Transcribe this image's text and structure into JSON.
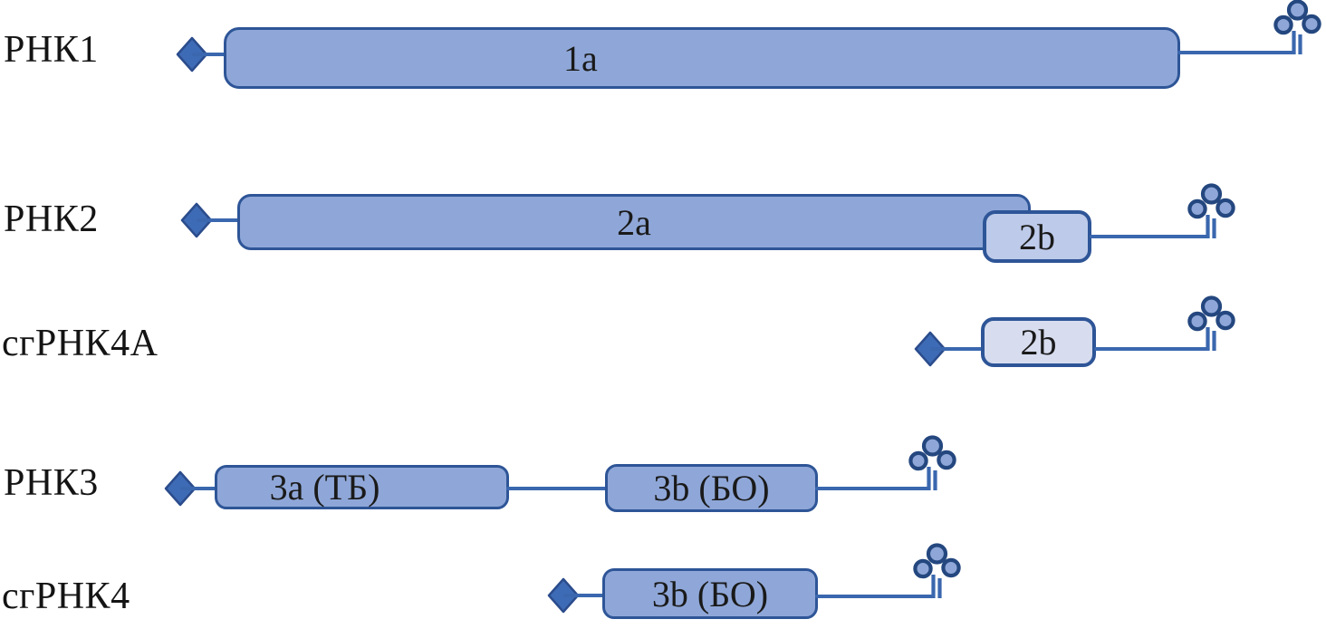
{
  "figure": {
    "type": "rna-genome-organization-diagram",
    "rows": [
      {
        "label": "РНК1",
        "boxes": [
          {
            "label": "1a"
          }
        ]
      },
      {
        "label": "РНК2",
        "boxes": [
          {
            "label": "2a"
          },
          {
            "label": "2b"
          }
        ]
      },
      {
        "label": "сгРНК4A",
        "boxes": [
          {
            "label": "2b"
          }
        ]
      },
      {
        "label": "РНК3",
        "boxes": [
          {
            "label": "3a (ТБ)"
          },
          {
            "label": "3b (БО)"
          }
        ]
      },
      {
        "label": "сгРНК4",
        "boxes": [
          {
            "label": "3b (БО)"
          }
        ]
      }
    ],
    "icons": {
      "diamond": "five-prime-cap-diamond",
      "clover": "trna-like-structure-clover"
    },
    "colors": {
      "background": "#FFFFFF",
      "box_fill": "#8FA7D8",
      "box_fill_light": "#BDCAE9",
      "box_fill_lighter": "#D7DDEF",
      "box_border": "#2E5597",
      "diamond_fill": "#3E6BB5",
      "diamond_border": "#2B4C8C",
      "line": "#3A67AE",
      "clover_circle_fill": "#8FA7D8",
      "clover_circle_border": "#24477F",
      "text": "#141414"
    }
  }
}
